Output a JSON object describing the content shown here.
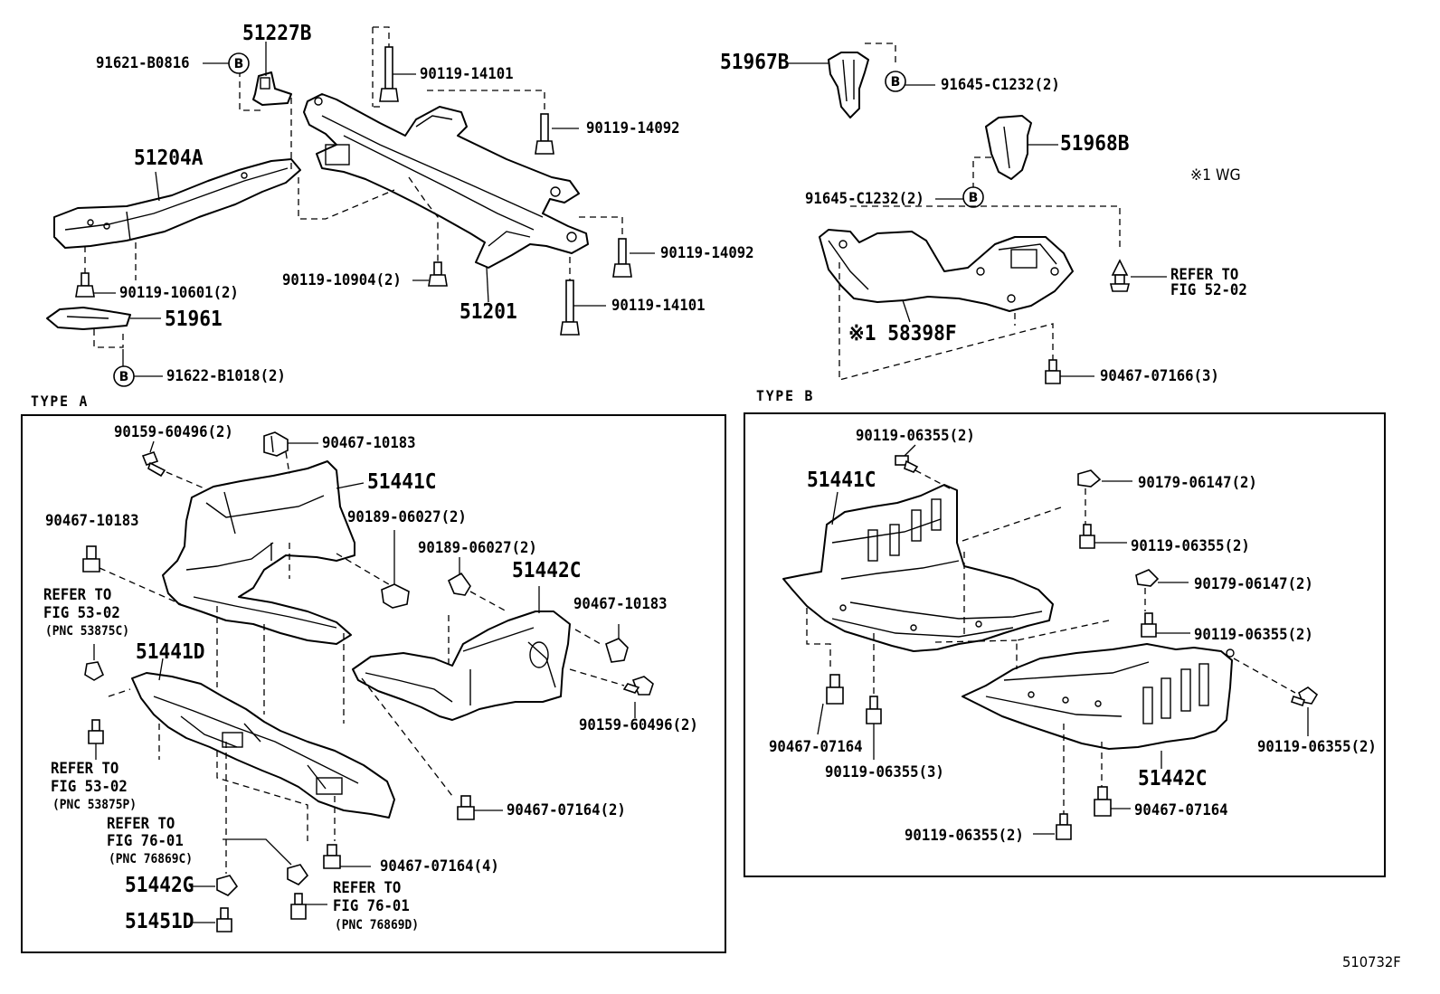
{
  "frame_id": "510732F",
  "type_a": "TYPE  A",
  "type_b": "TYPE  B",
  "wg_note": "※1  WG",
  "b_symbol": "B",
  "upper": {
    "p51227B": "51227B",
    "p91621": "91621-B0816",
    "p90119_14101_top": "90119-14101",
    "p90119_14092_a": "90119-14092",
    "p51204A": "51204A",
    "p90119_14092_b": "90119-14092",
    "p90119_10904": "90119-10904(2)",
    "p51201": "51201",
    "p90119_14101_bot": "90119-14101",
    "p90119_10601": "90119-10601(2)",
    "p51961": "51961",
    "p91622": "91622-B1018(2)",
    "p51967B": "51967B",
    "p91645_a": "91645-C1232(2)",
    "p51968B": "51968B",
    "p91645_b": "91645-C1232(2)",
    "refer_52_1": "REFER TO",
    "refer_52_2": "FIG 52-02",
    "p58398F": "※1 58398F",
    "p90467_07166": "90467-07166(3)"
  },
  "type_a_parts": {
    "p90159_60496_a": "90159-60496(2)",
    "p90467_10183_a": "90467-10183",
    "p51441C": "51441C",
    "p90467_10183_b": "90467-10183",
    "p90189_06027_a": "90189-06027(2)",
    "p90189_06027_b": "90189-06027(2)",
    "p51442C": "51442C",
    "p90467_10183_c": "90467-10183",
    "refer_5302a_1": "REFER TO",
    "refer_5302a_2": "FIG 53-02",
    "refer_5302a_3": "(PNC 53875C)",
    "p51441D": "51441D",
    "p90159_60496_b": "90159-60496(2)",
    "refer_5302b_1": "REFER TO",
    "refer_5302b_2": "FIG 53-02",
    "refer_5302b_3": "(PNC 53875P)",
    "p90467_07164_2": "90467-07164(2)",
    "refer_7601a_1": "REFER TO",
    "refer_7601a_2": "FIG 76-01",
    "refer_7601a_3": "(PNC 76869C)",
    "p90467_07164_4": "90467-07164(4)",
    "p51442G": "51442G",
    "refer_7601b_1": "REFER TO",
    "refer_7601b_2": "FIG 76-01",
    "refer_7601b_3": "(PNC 76869D)",
    "p51451D": "51451D"
  },
  "type_b_parts": {
    "p90119_06355_a": "90119-06355(2)",
    "p51441C": "51441C",
    "p90179_06147_a": "90179-06147(2)",
    "p90119_06355_b": "90119-06355(2)",
    "p90179_06147_b": "90179-06147(2)",
    "p90119_06355_c": "90119-06355(2)",
    "p90467_07164_a": "90467-07164",
    "p90119_06355_3": "90119-06355(3)",
    "p90119_06355_d": "90119-06355(2)",
    "p51442C": "51442C",
    "p90467_07164_b": "90467-07164",
    "p90119_06355_e": "90119-06355(2)"
  }
}
